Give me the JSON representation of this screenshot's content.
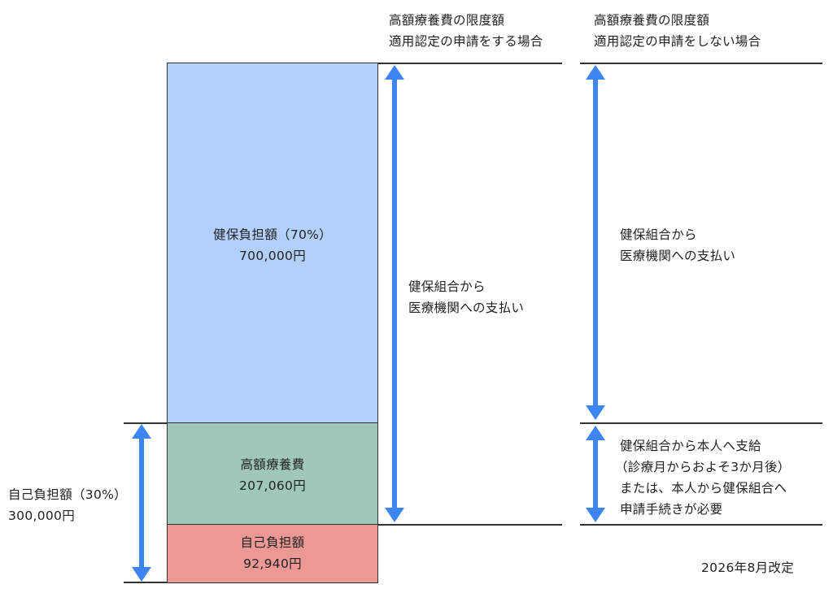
{
  "columns": {
    "with_certificate": {
      "header_line1": "高額療養費の限度額",
      "header_line2": "適用認定の申請をする場合",
      "label_line1": "健保組合から",
      "label_line2": "医療機関への支払い"
    },
    "without_certificate": {
      "header_line1": "高額療養費の限度額",
      "header_line2": "適用認定の申請をしない場合",
      "label_line1": "健保組合から",
      "label_line2": "医療機関への支払い",
      "refund_line1": "健保組合から本人へ支給",
      "refund_line2": "（診療月からおよそ3か月後）",
      "refund_line3": "または、本人から健保組合へ",
      "refund_line4": "申請手続きが必要"
    }
  },
  "bar": {
    "insurer_share": {
      "label": "健保負担額（70%）",
      "amount": "700,000円",
      "color": "#b3cffb"
    },
    "high_cost": {
      "label": "高額療養費",
      "amount": "207,060円",
      "color": "#9fc8b9"
    },
    "self_pay": {
      "label": "自己負担額",
      "amount": "92,940円",
      "color": "#ec9995"
    }
  },
  "self_burden_total": {
    "label": "自己負担額（30%）",
    "amount": "300,000円"
  },
  "revision_note": "2026年8月改定",
  "colors": {
    "arrow": "#3d85f2",
    "line": "#333333"
  }
}
